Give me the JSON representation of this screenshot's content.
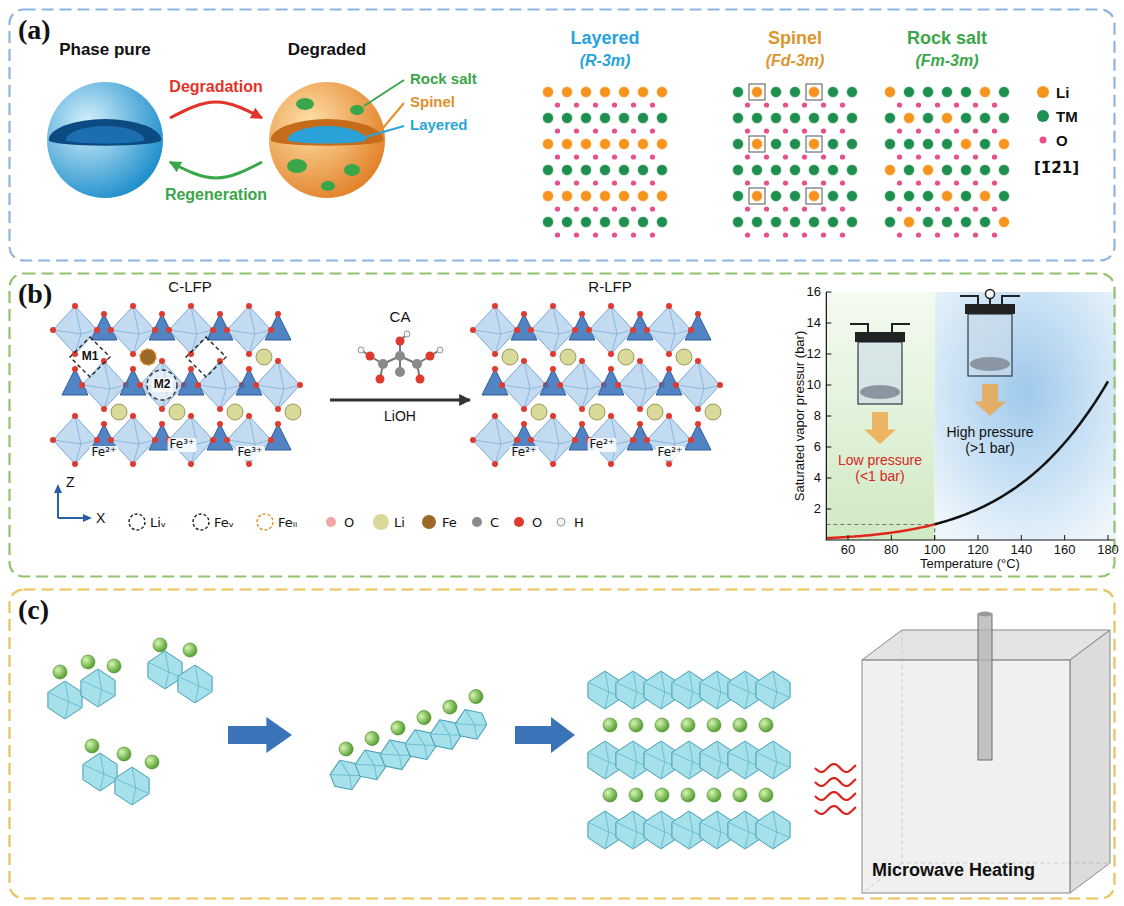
{
  "diagram": {
    "nodes": [
      {
        "text": [
          "(a)"
        ]
      },
      {
        "text": [
          "Phase pure"
        ],
        "in": 0
      },
      {
        "text": [
          "Degraded"
        ],
        "in": 0
      },
      {
        "text": [
          "(b)"
        ]
      },
      {
        "text": [
          "C-LFP"
        ],
        "in": 3
      },
      {
        "text": [
          "R-LFP"
        ],
        "in": 3
      },
      {
        "text": [
          "(c)"
        ]
      }
    ],
    "edges": [
      {
        "from": 1,
        "to": 2,
        "label": "Degradation",
        "arrow": "to"
      },
      {
        "from": 2,
        "to": 1,
        "label": "Regeneration",
        "arrow": "to"
      },
      {
        "from": 4,
        "to": 5,
        "label": "LiOH",
        "arrow": "to"
      }
    ],
    "labels": [
      "Rock salt",
      "Spinel",
      "Layered",
      "Layered",
      "(R-3m)",
      "Spinel",
      "(Fd-3m)",
      "Rock salt",
      "(Fm-3m)",
      "[1̄2̄1]",
      "M1",
      "M2",
      "Fe²⁺",
      "Fe³⁺",
      "Fe³⁺",
      "CA",
      "Fe²⁺",
      "Fe²⁺",
      "Fe²⁺",
      "Z",
      "X",
      "16",
      "14",
      "12",
      "10",
      "8",
      "6",
      "4",
      "2",
      "60",
      "80",
      "100",
      "120",
      "140",
      "160",
      "180",
      "Saturated vapor pressur (bar)",
      "Temperature (°C)",
      "Low pressure (<1 bar)",
      "High pressure (>1 bar)",
      "Microwave Heating"
    ],
    "legend": [
      {
        "text": "Li",
        "color": "#f7941d"
      },
      {
        "text": "TM",
        "color": "#1e8f4e"
      },
      {
        "text": "O",
        "color": "#e94f8a"
      },
      {
        "text": "Liᵥ"
      },
      {
        "text": "Feᵥ"
      },
      {
        "text": "Feₗᵢ"
      },
      {
        "text": "O",
        "color": "#f2a6a6"
      },
      {
        "text": "Li",
        "color": "#d9d99a"
      },
      {
        "text": "Fe",
        "color": "#9c6a28"
      },
      {
        "text": "C",
        "color": "#8a8a8a"
      },
      {
        "text": "O",
        "color": "#e03a2f"
      },
      {
        "text": "H",
        "color": "#f2f2f2"
      }
    ]
  }
}
